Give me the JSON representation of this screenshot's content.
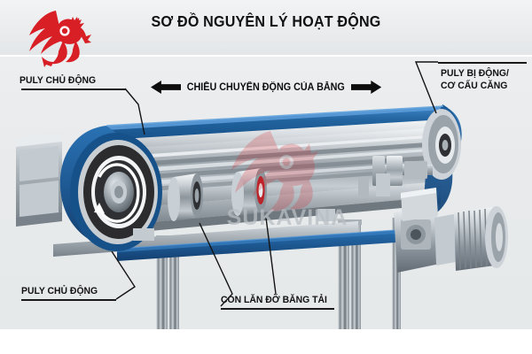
{
  "header": {
    "title": "SƠ ĐỒ NGUYÊN LÝ HOẠT ĐỘNG",
    "logo_icon": "red-pegasus-logo"
  },
  "watermark": {
    "text": "SUKAVINA",
    "icon": "red-pegasus-watermark"
  },
  "motion": {
    "text": "CHIỀU CHUYỂN ĐỘNG CỦA BĂNG",
    "left_arrow_icon": "arrow-left-icon",
    "right_arrow_icon": "arrow-right-icon"
  },
  "labels": {
    "drive_pulley_top": "PULY CHỦ ĐỘNG",
    "drive_pulley_bottom": "PULY CHỦ ĐỘNG",
    "idler_roller": "CON LĂN ĐỠ BĂNG TẢI",
    "tension_pulley_line1": "PULY BỊ ĐỘNG/",
    "tension_pulley_line2": "CƠ CẤU CĂNG"
  },
  "diagram": {
    "belt_label": "conveyor-belt",
    "drive_pulley_label": "drive-pulley",
    "tension_pulley_label": "tension-pulley",
    "roller_1_label": "idler-roller-1",
    "roller_2_label": "idler-roller-2",
    "motor_label": "gear-motor-assembly",
    "frame_label": "aluminium-frame",
    "legs_label": "support-legs",
    "rotation_arrow_label": "pulley-rotation-arrow"
  },
  "colors": {
    "belt_blue": "#1f63a8",
    "belt_blue_dark": "#134b84",
    "belt_blue_light": "#3f86c8",
    "frame_grey": "#b9bfc4",
    "frame_grey_light": "#dfe3e6",
    "frame_grey_dark": "#6d767d",
    "logo_red": "#d81f26",
    "background": "#e8eaec",
    "header_background": "#eff1f2",
    "text": "#111111"
  }
}
